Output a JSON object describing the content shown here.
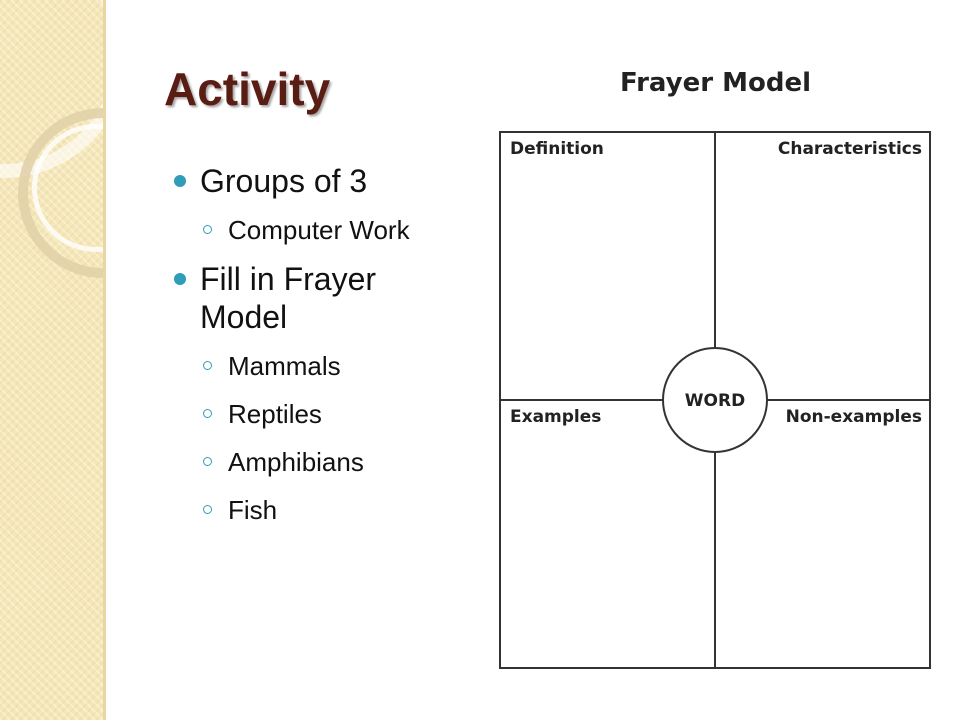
{
  "slide": {
    "title": "Activity",
    "bullets": [
      {
        "text": "Groups of 3",
        "sub": [
          "Computer Work"
        ]
      },
      {
        "text": "Fill in Frayer Model",
        "sub": [
          "Mammals",
          "Reptiles",
          "Amphibians",
          "Fish"
        ]
      }
    ]
  },
  "frayer": {
    "title": "Frayer Model",
    "definition": "Definition",
    "characteristics": "Characteristics",
    "examples": "Examples",
    "non_examples": "Non-examples",
    "center": "WORD"
  },
  "colors": {
    "title": "#5a1d14",
    "bullet": "#2f9db8",
    "band": "#f6e7b8"
  }
}
